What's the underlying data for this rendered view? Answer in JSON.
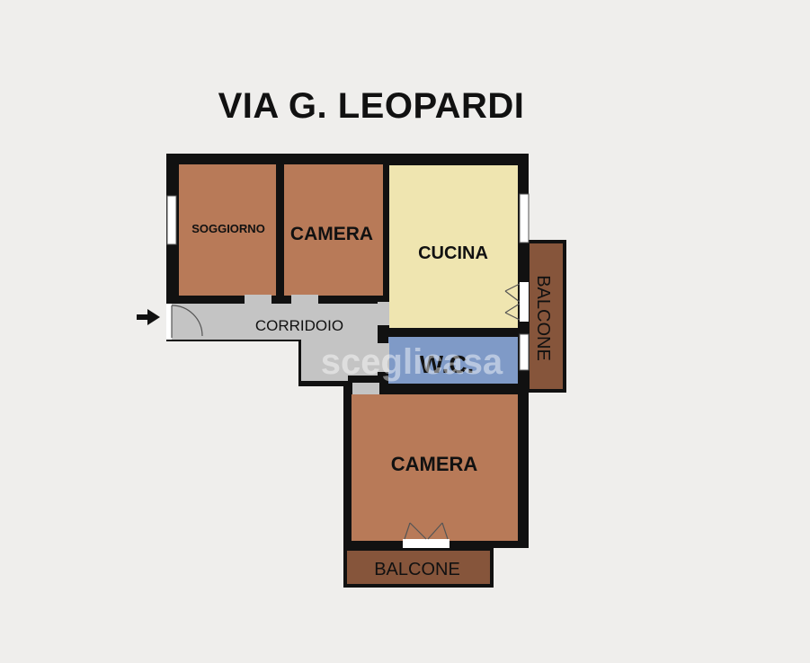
{
  "title": "VIA G. LEOPARDI",
  "rooms": {
    "soggiorno": "SOGGIORNO",
    "camera_top": "CAMERA",
    "cucina": "CUCINA",
    "corridoio": "CORRIDOIO",
    "wc": "W.C.",
    "camera_bottom": "CAMERA",
    "balcone_side": "BALCONE",
    "balcone_bottom": "BALCONE"
  },
  "watermark": "sceglicasa",
  "colors": {
    "room_brown": "#b87a58",
    "kitchen": "#efe5b0",
    "bathroom": "#7f9ac7",
    "corridor": "#c4c4c4",
    "balcony": "#86553b",
    "wall": "#111111"
  }
}
